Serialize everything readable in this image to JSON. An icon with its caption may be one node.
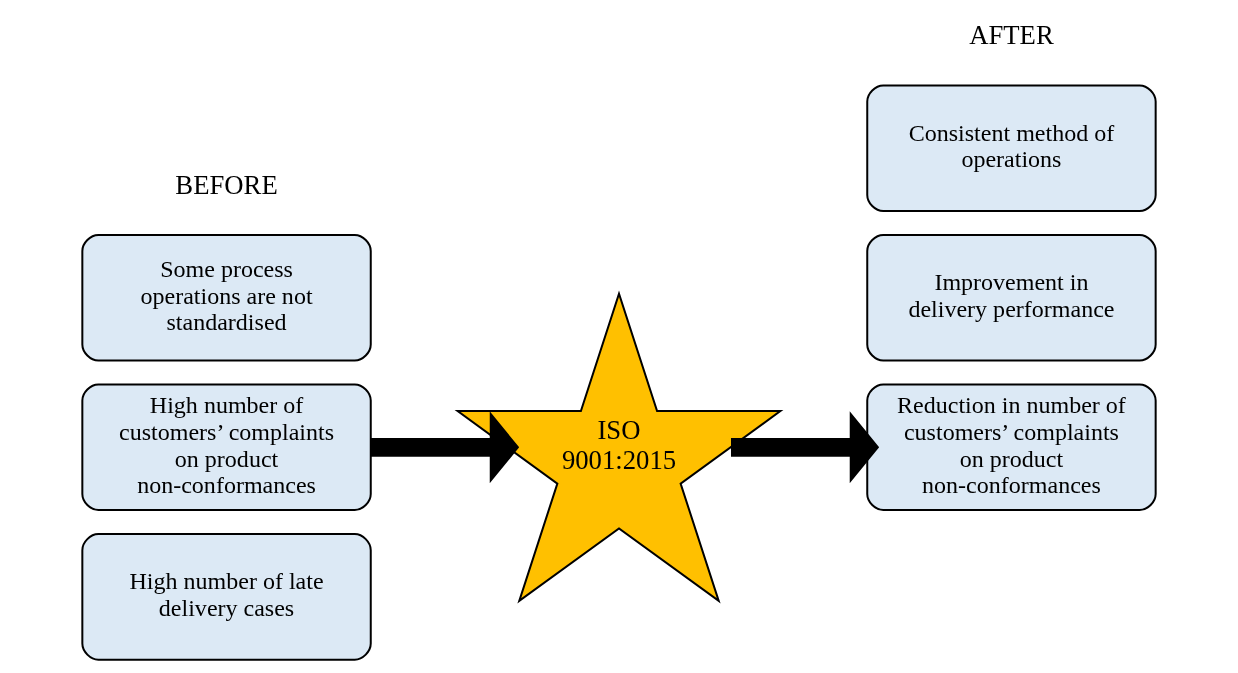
{
  "diagram": {
    "nodes": [
      {
        "text": [
          "Some process operations are not standardised"
        ]
      },
      {
        "text": [
          "High number of customers’ complaints on product non-conformances"
        ]
      },
      {
        "text": [
          "High number of late delivery cases"
        ]
      },
      {
        "text": [
          "ISO 9001:2015"
        ]
      },
      {
        "text": [
          "Consistent method of operations"
        ]
      },
      {
        "text": [
          "Reduction in number of customers’ complaints on product non-conformances"
        ]
      },
      {
        "text": [
          "Improvement in delivery performance"
        ]
      }
    ],
    "edges": [
      {
        "from": 1,
        "to": 3,
        "arrow": "to"
      },
      {
        "from": 3,
        "to": 5,
        "arrow": "to"
      }
    ],
    "labels": [
      "BEFORE",
      "AFTER"
    ]
  }
}
